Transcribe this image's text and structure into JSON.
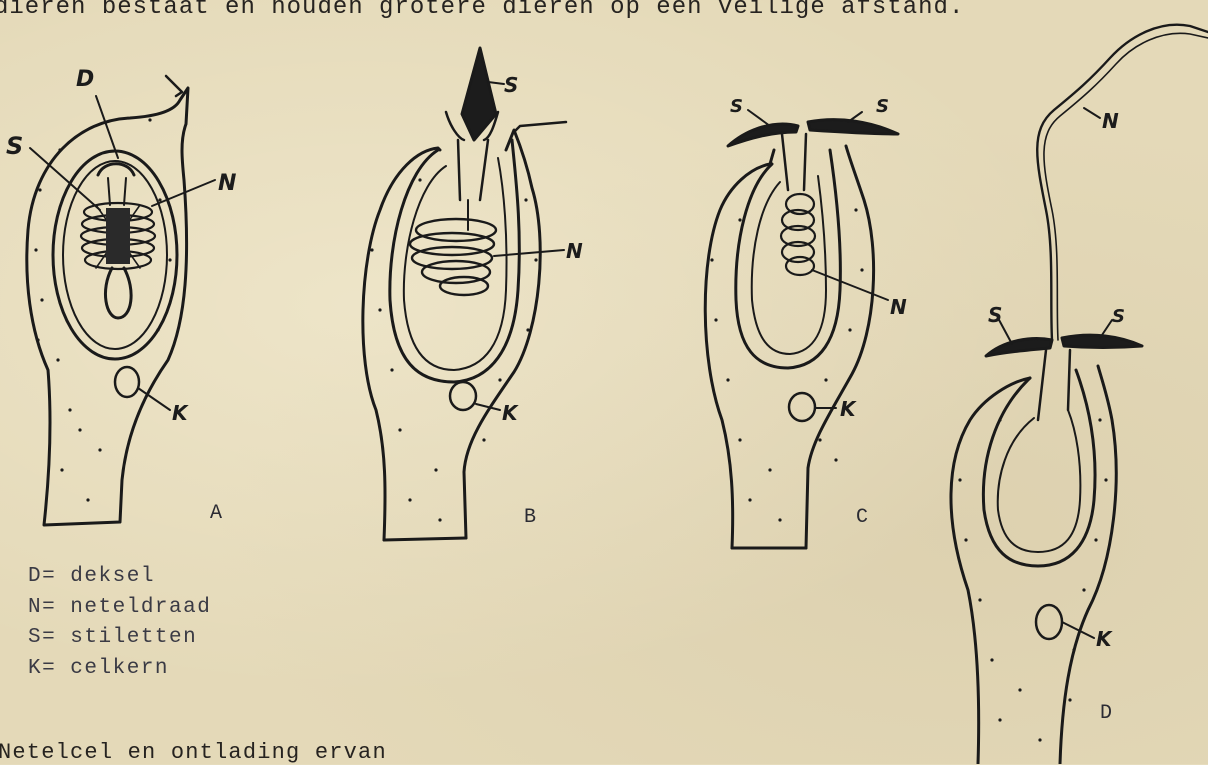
{
  "document": {
    "top_text": "dieren bestaat en houden grotere dieren op een veilige afstand.",
    "caption": "Netelcel en ontlading ervan",
    "legend": [
      "D= deksel",
      "N= neteldraad",
      "S= stiletten",
      "K= celkern"
    ]
  },
  "figure": {
    "panels": [
      {
        "id": "A",
        "label": "A",
        "marks": [
          "D",
          "S",
          "N",
          "K"
        ]
      },
      {
        "id": "B",
        "label": "B",
        "marks": [
          "S",
          "N",
          "K"
        ]
      },
      {
        "id": "C",
        "label": "C",
        "marks": [
          "S",
          "S",
          "N",
          "K"
        ]
      },
      {
        "id": "D",
        "label": "D",
        "marks": [
          "S",
          "S",
          "N",
          "K"
        ]
      }
    ]
  }
}
